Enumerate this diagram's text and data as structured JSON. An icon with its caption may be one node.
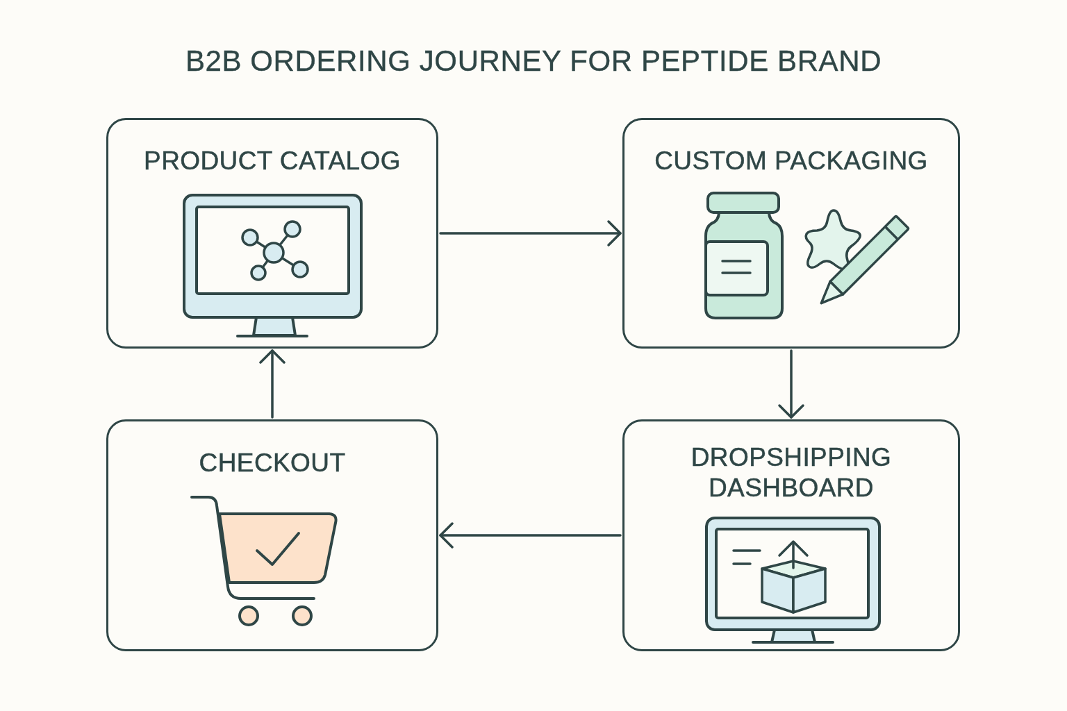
{
  "diagram": {
    "title": "B2B ORDERING JOURNEY FOR PEPTIDE BRAND",
    "nodes": [
      {
        "text": [
          "PRODUCT CATALOG"
        ]
      },
      {
        "text": [
          "CUSTOM PACKAGING"
        ]
      },
      {
        "text": [
          "CHECKOUT"
        ]
      },
      {
        "text": [
          "DROPSHIPPING DASHBOARD"
        ]
      }
    ],
    "edges": [
      {
        "from": 0,
        "to": 1,
        "arrow": "to"
      },
      {
        "from": 1,
        "to": 3,
        "arrow": "to"
      },
      {
        "from": 3,
        "to": 2,
        "arrow": "to"
      },
      {
        "from": 2,
        "to": 0,
        "arrow": "to"
      }
    ]
  }
}
